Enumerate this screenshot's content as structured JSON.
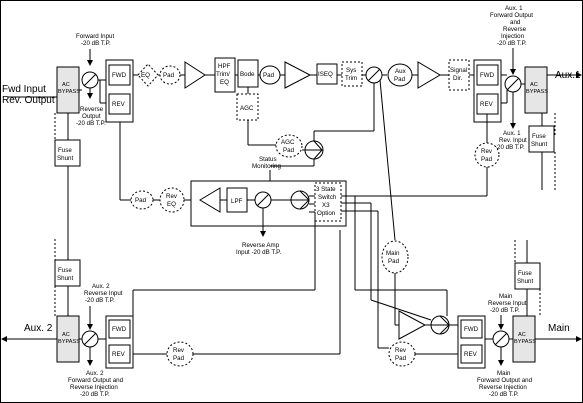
{
  "ports": {
    "fwd_input": "Fwd Input",
    "rev_output": "Rev. Output",
    "aux1": "Aux.1",
    "aux2": "Aux. 2",
    "main": "Main"
  },
  "notes": {
    "fwd_in_a": "Forward Input",
    "fwd_in_b": "-20 dB T.P.",
    "rev_out_a": "Reverse",
    "rev_out_b": "Output",
    "rev_out_c": "-20 dB T.P.",
    "aux1_top_a": "Aux. 1",
    "aux1_top_b": "Forward Output",
    "aux1_top_c": "and",
    "aux1_top_d": "Reverse",
    "aux1_top_e": "Injection",
    "aux1_top_f": "-20 dB T.P.",
    "aux1_rev_a": "Aux. 1",
    "aux1_rev_b": "Rev. Input",
    "aux1_rev_c": "-20 dB T.P.",
    "aux2_top_a": "Aux. 2",
    "aux2_top_b": "Reverse Input",
    "aux2_top_c": "-20 dB T.P.",
    "aux2_bot_a": "Aux. 2",
    "aux2_bot_b": "Forward Output and",
    "aux2_bot_c": "Reverse Injection",
    "aux2_bot_d": "-20 dB T.P.",
    "main_top_a": "Main",
    "main_top_b": "Reverse Input",
    "main_top_c": "-20 dB T.P.",
    "main_bot_a": "Main",
    "main_bot_b": "Forward Output and",
    "main_bot_c": "Reverse Injection",
    "main_bot_d": "-20 dB T.P.",
    "rev_amp_a": "Reverse Amp",
    "rev_amp_b": "Input -20 dB T.P.",
    "status_a": "Status",
    "status_b": "Monitoring"
  },
  "blocks": {
    "ac": "AC",
    "bypass": "BYPASS",
    "fwd": "FWD",
    "rev": "REV",
    "fuse": "Fuse",
    "shunt": "Shunt",
    "eq": "EQ",
    "pad": "Pad",
    "hpf_a": "HPF",
    "hpf_b": "Trim/",
    "hpf_c": "EQ",
    "bode": "Bode",
    "iseq": "ISEQ",
    "sys": "Sys",
    "trim": "Trim",
    "aux": "Aux",
    "signal": "Signal",
    "dir": "Dir.",
    "agc": "AGC",
    "agc_pad_a": "AGC",
    "agc_pad_b": "Pad",
    "rev_short": "Rev",
    "lpf": "LPF",
    "state_a": "3 State",
    "state_b": "Switch",
    "state_c": "X3",
    "state_d": "Option",
    "main_pad_a": "Main",
    "main_pad_b": "Pad"
  }
}
